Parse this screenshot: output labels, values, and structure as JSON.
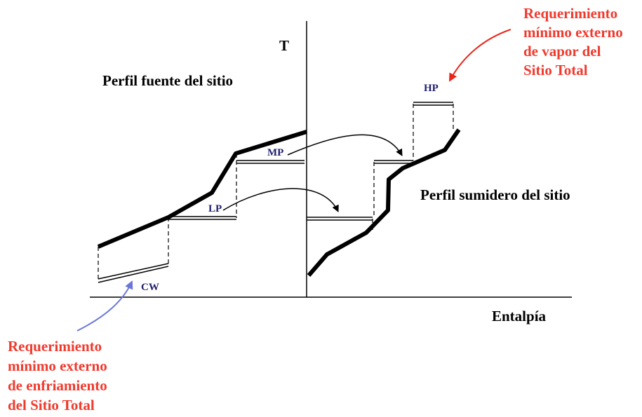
{
  "axes": {
    "y_label": "T",
    "x_label": "Entalpía"
  },
  "profiles": {
    "source_label": "Perfil fuente del sitio",
    "sink_label": "Perfil sumidero del sitio"
  },
  "levels": {
    "hp": "HP",
    "mp": "MP",
    "lp": "LP",
    "cw": "CW"
  },
  "annotations": {
    "steam_requirement": [
      "Requerimiento",
      "mínimo externo",
      "de vapor del",
      "Sitio Total"
    ],
    "cooling_requirement": [
      "Requerimiento",
      "mínimo externo",
      "de enfriamiento",
      "del Sitio Total"
    ]
  },
  "colors": {
    "annotation_text": "#f03a2e",
    "steam_arrow": "#e8261a",
    "cooling_arrow": "#6b77d6",
    "level_text": "#1f1f6e"
  }
}
